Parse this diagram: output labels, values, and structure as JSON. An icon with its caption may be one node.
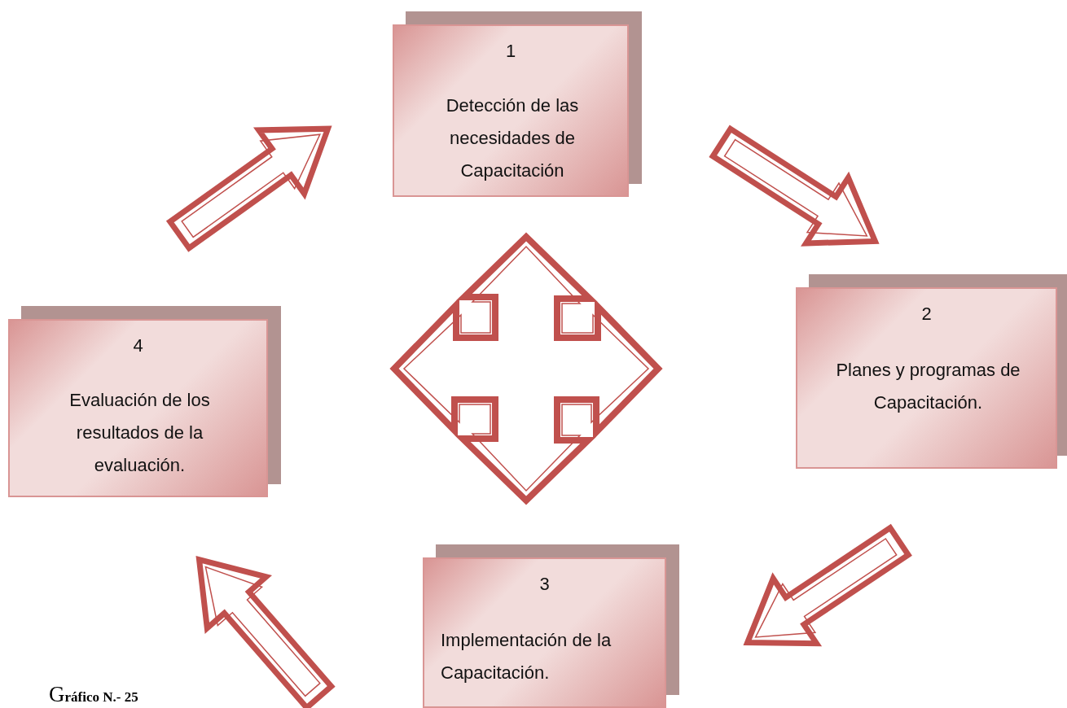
{
  "diagram": {
    "caption": "Gráfico N.- 25",
    "nodes": [
      {
        "text": [
          "1",
          "Detección de las necesidades de Capacitación"
        ]
      },
      {
        "text": [
          "2",
          "Planes y programas de Capacitación."
        ]
      },
      {
        "text": [
          "3",
          "Implementación de la Capacitación."
        ]
      },
      {
        "text": [
          "4",
          "Evaluación de los resultados de la evaluación."
        ]
      }
    ],
    "edges": [
      {
        "from": 0,
        "to": 1,
        "arrow": "to"
      },
      {
        "from": 1,
        "to": 2,
        "arrow": "to"
      },
      {
        "from": 2,
        "to": 3,
        "arrow": "to"
      },
      {
        "from": 3,
        "to": 0,
        "arrow": "to"
      }
    ]
  }
}
